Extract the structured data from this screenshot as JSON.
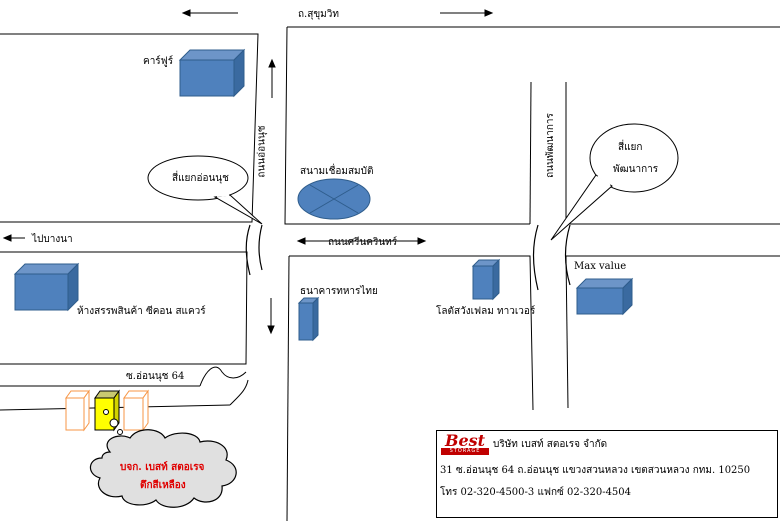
{
  "roads": {
    "top": "ถ.สุขุมวิท",
    "left_west": "ไปบางนา",
    "middle": "ถนนศรีนครินทร์",
    "vertical_left": "ถนนอ่อนนุช",
    "vertical_right": "ถนนพัฒนาการ",
    "soi": "ซ.อ่อนนุช 64"
  },
  "landmarks": {
    "carrefour": "คาร์ฟูร์",
    "suan_luang": "สนามเชื่อมสมบัติ",
    "seacon": "ห้างสรรพสินค้า ซีคอน สแควร์",
    "military_bank": "ธนาคารทหารไทย",
    "lotus": "โลตัสวังเฟลม ทาวเวอร์",
    "max_value": "Max value"
  },
  "callouts": {
    "left": "สี่แยกอ่อนนุช",
    "right_line1": "สี่แยก",
    "right_line2": "พัฒนาการ",
    "company_line1": "บจก. เบสท์ สตอเรจ",
    "company_line2": "ตึกสีเหลือง"
  },
  "info": {
    "logo_brand": "Best",
    "logo_sub": "STORAGE",
    "name": "บริษัท เบสท์ สตอเรจ จำกัด",
    "address": "31 ซ.อ่อนนุช 64   ถ.อ่อนนุช   แขวงสวนหลวง   เขตสวนหลวง   กทม. 10250",
    "contact": "โทร  02-320-4500-3   แฟกซ์   02-320-4504"
  },
  "colors": {
    "building": "#4f81bd",
    "building_dark": "#2f5d8c",
    "target_building": "#ffff00",
    "neighbor_outline": "#f79646",
    "brand_red": "#c00000"
  }
}
